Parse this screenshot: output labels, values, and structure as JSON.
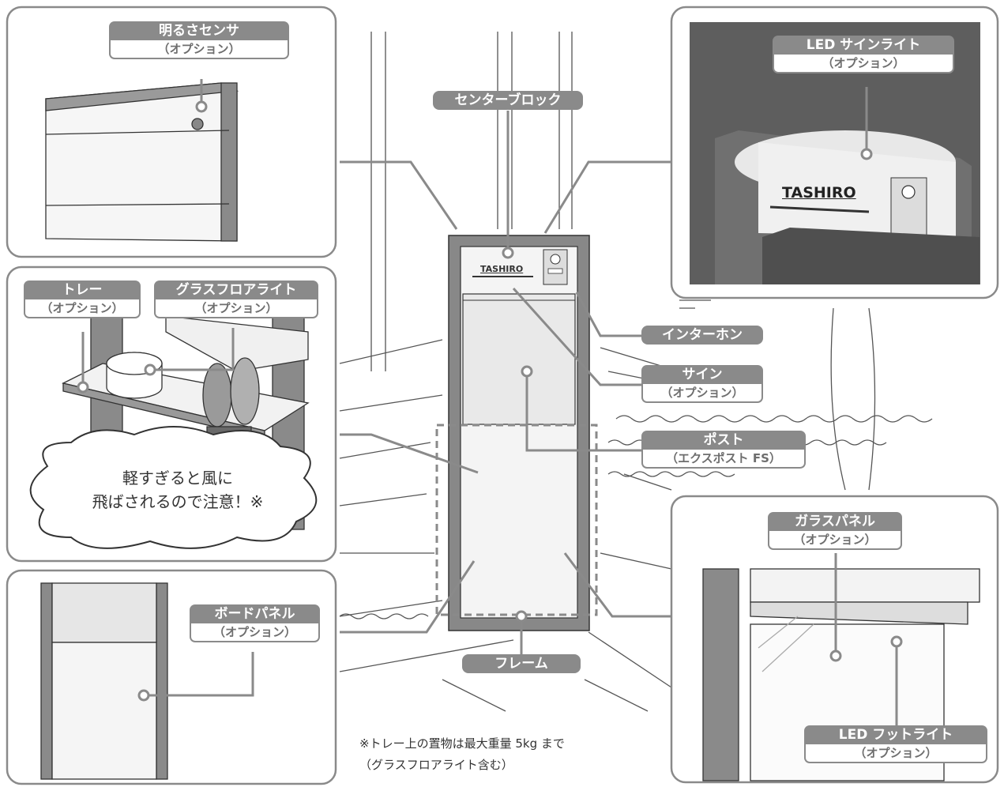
{
  "labels": {
    "brightness_sensor": {
      "title": "明るさセンサ",
      "sub": "（オプション）"
    },
    "center_block": {
      "title": "センターブロック"
    },
    "led_sign_light": {
      "title": "LED サインライト",
      "sub": "（オプション）"
    },
    "tray": {
      "title": "トレー",
      "sub": "（オプション）"
    },
    "glass_floor_light": {
      "title": "グラスフロアライト",
      "sub": "（オプション）"
    },
    "intercom": {
      "title": "インターホン"
    },
    "sign": {
      "title": "サイン",
      "sub": "（オプション）"
    },
    "post": {
      "title": "ポスト",
      "sub": "（エクスポスト FS）"
    },
    "glass_panel": {
      "title": "ガラスパネル",
      "sub": "（オプション）"
    },
    "board_panel": {
      "title": "ボードパネル",
      "sub": "（オプション）"
    },
    "frame": {
      "title": "フレーム"
    },
    "led_foot_light": {
      "title": "LED フットライト",
      "sub": "（オプション）"
    }
  },
  "nameplate": "TASHIRO",
  "bubble": {
    "line1": "軽すぎると風に",
    "line2": "飛ばされるので注意！※"
  },
  "footnote": {
    "line1": "※トレー上の置物は最大重量 5kg まで",
    "line2": "（グラスフロアライト含む）"
  },
  "colors": {
    "label_fill": "#8a8a8a",
    "frame_stroke": "#8a8a8a",
    "photo_dark": "#595959"
  }
}
